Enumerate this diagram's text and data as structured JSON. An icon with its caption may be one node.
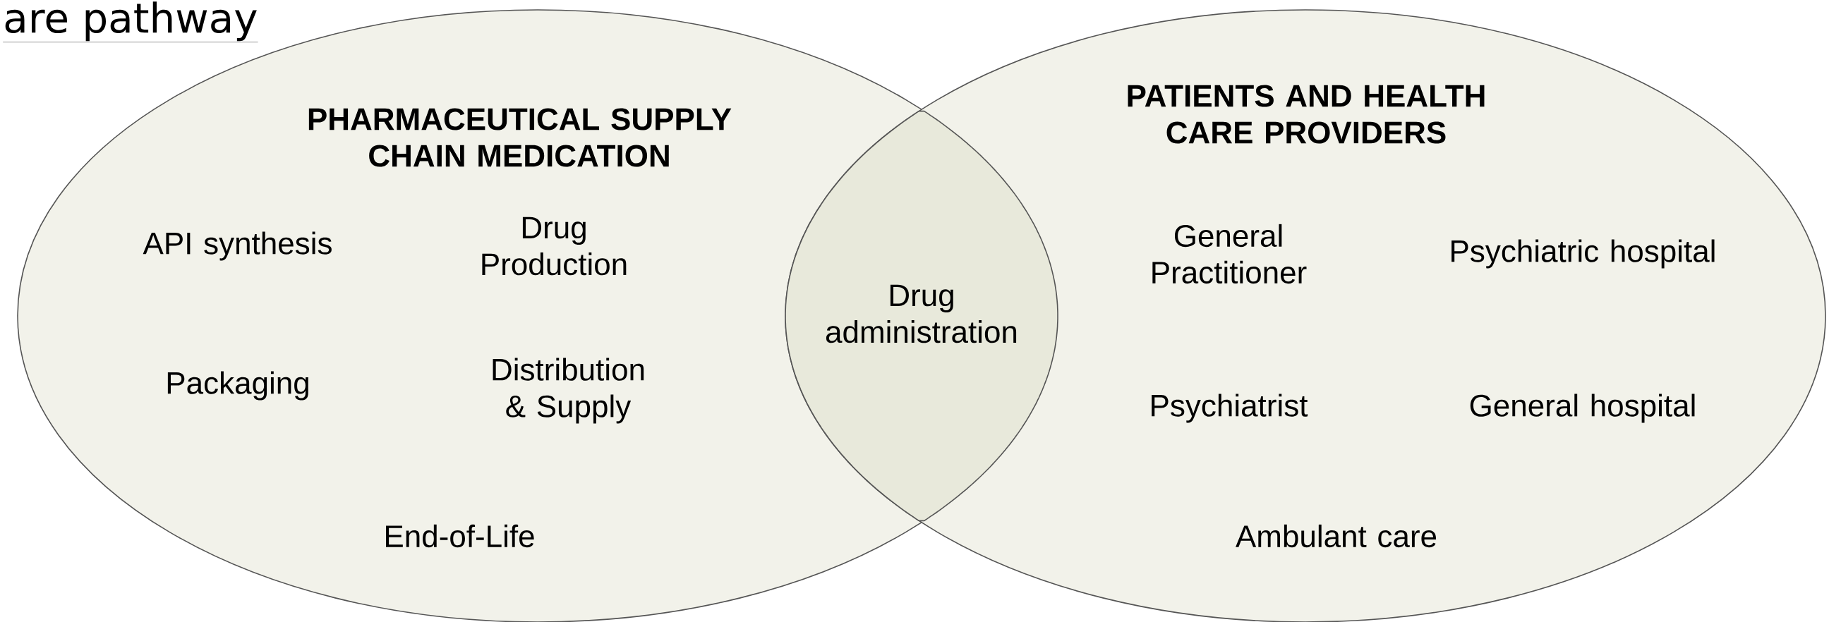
{
  "diagram": {
    "title": "are pathway",
    "nodes": [
      {
        "text": [
          "PHARMACEUTICAL SUPPLY CHAIN MEDICATION"
        ]
      },
      {
        "text": [
          "PATIENTS AND HEALTH CARE PROVIDERS"
        ]
      },
      {
        "text": [
          "Drug administration"
        ]
      }
    ],
    "labels": [
      "API synthesis",
      "Drug Production",
      "Packaging",
      "Distribution & Supply",
      "End-of-Life",
      "General Practitioner",
      "Psychiatric hospital",
      "Psychiatrist",
      "General hospital",
      "Ambulant care"
    ]
  }
}
